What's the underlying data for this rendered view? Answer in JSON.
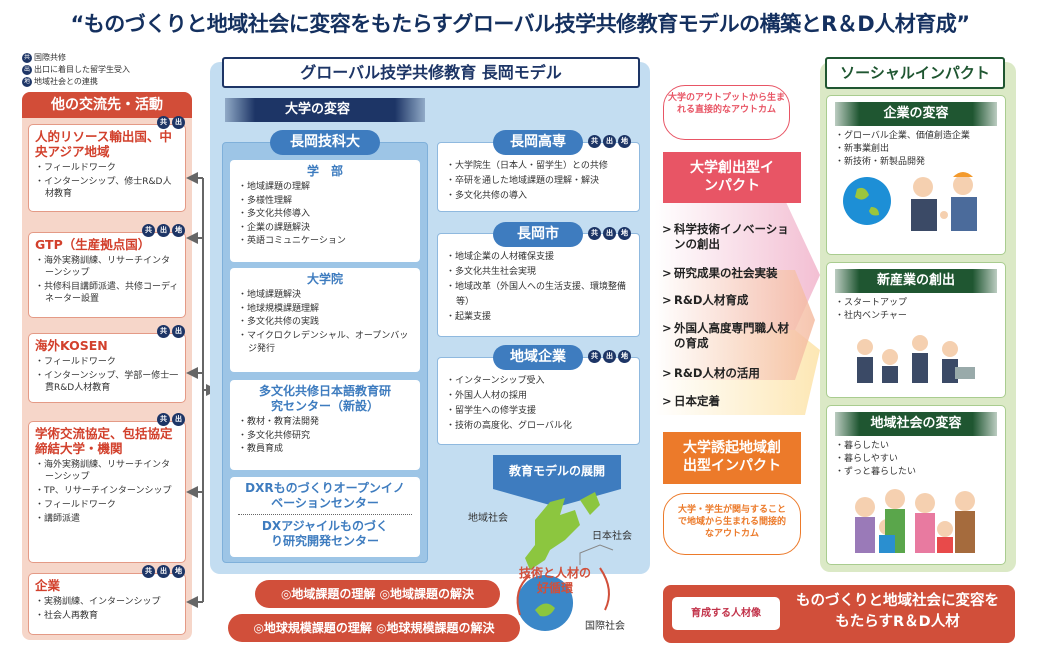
{
  "title": "“ものづくりと地域社会に変容をもたらすグローバル技学共修教育モデルの構築とR＆D人材育成”",
  "badges": {
    "kyo": "共",
    "shutsu": "出",
    "chi": "地"
  },
  "legend": [
    {
      "badge": "共",
      "label": "国際共修"
    },
    {
      "badge": "出",
      "label": "出口に着目した留学生受入"
    },
    {
      "badge": "地",
      "label": "地域社会との連携"
    }
  ],
  "left": {
    "header": "他の交流先・活動",
    "cards": [
      {
        "title": "人的リソース輸出国、中央アジア地域",
        "items": [
          "フィールドワーク",
          "インターンシップ、修士R&D人材教育"
        ]
      },
      {
        "title": "GTP（生産拠点国）",
        "items": [
          "海外実務訓練、リサーチインターンシップ",
          "共修科目講師派遣、共修コーディネーター設置"
        ]
      },
      {
        "title": "海外KOSEN",
        "items": [
          "フィールドワーク",
          "インターンシップ、学部ー修士一貫R&D人材教育"
        ]
      },
      {
        "title": "学術交流協定、包括協定締結大学・機関",
        "items": [
          "海外実務訓練、リサーチインターンシップ",
          "TP、リサーチインターンシップ",
          "フィールドワーク",
          "講師派遣"
        ]
      },
      {
        "title": "企業",
        "items": [
          "実務訓練、インターンシップ",
          "社会人再教育"
        ]
      }
    ]
  },
  "center": {
    "title": "グローバル技学共修教育 長岡モデル",
    "band": "大学の変容",
    "univ": "長岡技科大",
    "faculty": {
      "title": "学　部",
      "items": [
        "地域課題の理解",
        "多様性理解",
        "多文化共修導入",
        "企業の課題解決",
        "英語コミュニケーション"
      ]
    },
    "grad": {
      "title": "大学院",
      "items": [
        "地域課題解決",
        "地球規模課題理解",
        "多文化共修の実践",
        "マイクロクレデンシャル、オープンバッジ発行"
      ]
    },
    "center_jp": {
      "title": "多文化共修日本語教育研究センター（新設）",
      "items": [
        "教材・教育法開発",
        "多文化共修研究",
        "教員育成"
      ]
    },
    "dxr": "DXRものづくりオープンイノベーションセンター",
    "dxa": "DXアジャイルものづくり研究開発センター",
    "kosen": {
      "title": "長岡高専",
      "items": [
        "大学院生（日本人・留学生）との共修",
        "卒研を通した地域課題の理解・解決",
        "多文化共修の導入"
      ]
    },
    "city": {
      "title": "長岡市",
      "items": [
        "地域企業の人材確保支援",
        "多文化共生社会実現",
        "地域改革（外国人への生活支援、環境整備等）",
        "起業支援"
      ]
    },
    "firms": {
      "title": "地域企業",
      "items": [
        "インターンシップ受入",
        "外国人人材の採用",
        "留学生への修学支援",
        "技術の高度化、グローバル化"
      ]
    },
    "deploy": "教育モデルの展開",
    "regional": "地域社会",
    "japan": "日本社会",
    "intl": "国際社会",
    "cycle": "技術と人材の好循環",
    "pill1": "◎地域課題の理解 ◎地域課題の解決",
    "pill2": "◎地球規模課題の理解 ◎地球規模課題の解決"
  },
  "impact": {
    "bubble1": "大学のアウトプットから生まれる直接的なアウトカム",
    "box1": "大学創出型インパクト",
    "items": [
      "科学技術イノベーションの創出",
      "研究成果の社会実装",
      "R&D人材育成",
      "外国人高度専門職人材の育成",
      "R&D人材の活用",
      "日本定着"
    ],
    "box2": "大学誘起地域創出型インパクト",
    "bubble2": "大学・学生が関与することで地域から生まれる間接的なアウトカム"
  },
  "social": {
    "title": "ソーシャルインパクト",
    "cards": [
      {
        "title": "企業の変容",
        "items": [
          "グローバル企業、価値創造企業",
          "新事業創出",
          "新技術・新製品開発"
        ]
      },
      {
        "title": "新産業の創出",
        "items": [
          "スタートアップ",
          "社内ベンチャー"
        ]
      },
      {
        "title": "地域社会の変容",
        "items": [
          "暮らしたい",
          "暮らしやすい",
          "ずっと暮らしたい"
        ]
      }
    ]
  },
  "bottom": {
    "label": "育成する人材像",
    "text": "ものづくりと地域社会に変容をもたらすR＆D人材"
  },
  "colors": {
    "navy": "#1d3566",
    "red": "#d14f3a",
    "blue": "#3e7cbf",
    "green": "#1f5631",
    "pink": "#e85565",
    "orange": "#ec7a2a"
  }
}
